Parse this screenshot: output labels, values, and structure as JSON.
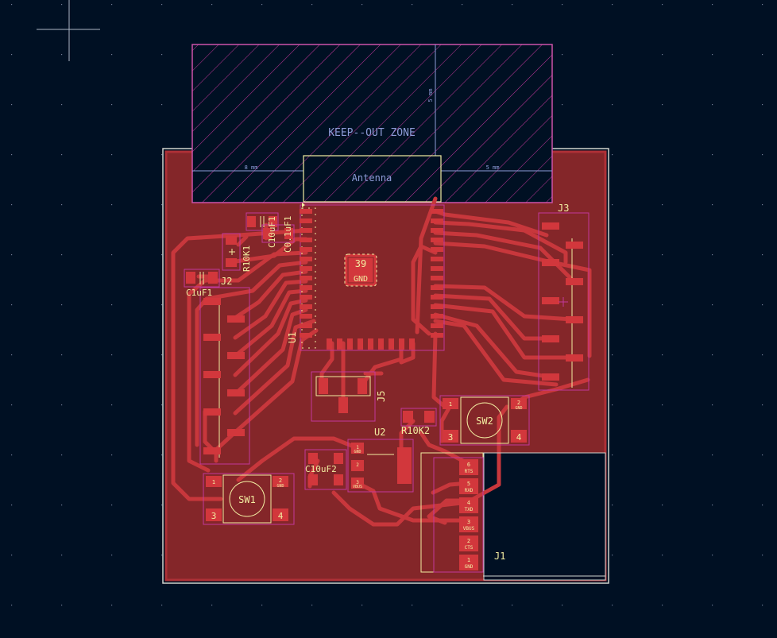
{
  "board": {
    "keepout_label": "KEEP--OUT ZONE",
    "antenna_label": "Antenna",
    "dim_left": "8 mm",
    "dim_right": "5 mm",
    "dim_vertical": "5 mm"
  },
  "references": {
    "u1": "U1",
    "u2": "U2",
    "j1": "J1",
    "j2": "J2",
    "j3": "J3",
    "j5": "J5",
    "sw1": "SW1",
    "sw2": "SW2",
    "r10k1": "R10K1",
    "r10k2": "R10K2",
    "c10uf1": "C10uF1",
    "c10uf2": "C10uF2",
    "c1uf1": "C1uF1",
    "c01uf1": "C0.1uF1"
  },
  "pads": {
    "gnd_pad_num": "39",
    "gnd_label": "GND",
    "sw_pin1": "1",
    "sw_pin2": "2",
    "sw_pin3": "3",
    "sw_pin4": "4",
    "sw_gnd": "GND",
    "u2_pin1": "1",
    "u2_pin2": "2",
    "u2_pin3": "3",
    "u2_gnd": "GND",
    "u2_vbus": "VBUS"
  },
  "j1_pins": [
    {
      "num": "6",
      "name": "RTS"
    },
    {
      "num": "5",
      "name": "RXD"
    },
    {
      "num": "4",
      "name": "TXD"
    },
    {
      "num": "3",
      "name": "VBUS"
    },
    {
      "num": "2",
      "name": "CTS"
    },
    {
      "num": "1",
      "name": "GND"
    }
  ],
  "colors": {
    "background": "#001023",
    "board_copper": "#842629",
    "trace": "#c8373c",
    "pad": "#d2373c",
    "silk": "#f2eda1",
    "courtyard": "#c2389c",
    "keepout": "#cd52a9",
    "edge": "#d0d2cd",
    "text_blue": "#8e9cd8"
  }
}
